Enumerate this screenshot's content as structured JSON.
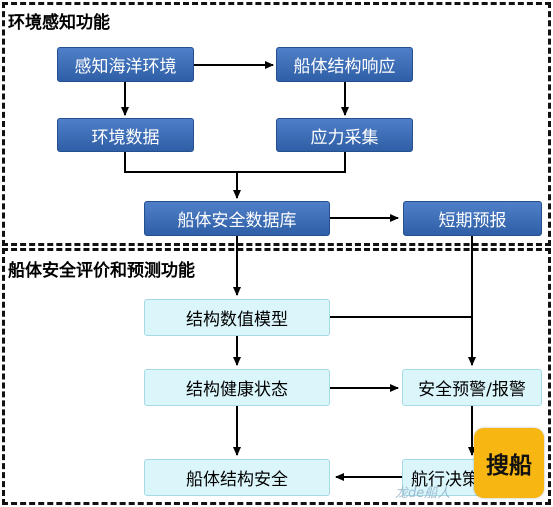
{
  "sections": {
    "perception": "环境感知功能",
    "evaluation": "船体安全评价和预测功能"
  },
  "nodes": {
    "sense_ocean": "感知海洋环境",
    "hull_response": "船体结构响应",
    "env_data": "环境数据",
    "stress_collect": "应力采集",
    "hull_db": "船体安全数据库",
    "short_forecast": "短期预报",
    "struct_model": "结构数值模型",
    "struct_health": "结构健康状态",
    "safety_alarm": "安全预警/报警",
    "hull_safety": "船体结构安全",
    "nav_decision": "航行决策"
  },
  "logo": {
    "text": "搜船"
  },
  "watermark": {
    "text": "龙de船人"
  },
  "colors": {
    "blue_box": "#3a6bb5",
    "cyan_box": "#dbf6fb",
    "logo_bg": "#f7b612"
  }
}
